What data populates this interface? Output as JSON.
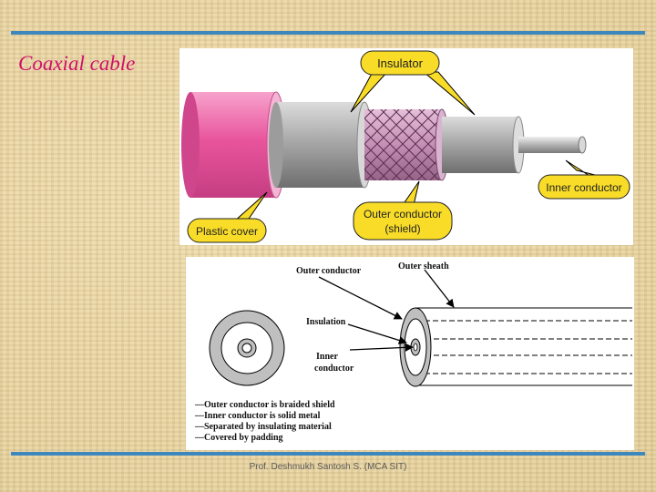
{
  "slide": {
    "title": "Coaxial cable",
    "footer": "Prof. Deshmukh Santosh S. (MCA SIT)"
  },
  "colors": {
    "title": "#d0106a",
    "rule": "#3d87bd",
    "callout": "#f8dc28",
    "plastic_cover": "#e9559d"
  },
  "figure_top": {
    "callouts": {
      "insulator": "Insulator",
      "inner_conductor": "Inner conductor",
      "plastic_cover": "Plastic cover",
      "outer_conductor_line1": "Outer conductor",
      "outer_conductor_line2": "(shield)"
    }
  },
  "figure_bottom": {
    "labels": {
      "outer_conductor": "Outer conductor",
      "outer_sheath": "Outer sheath",
      "insulation": "Insulation",
      "inner_line1": "Inner",
      "inner_line2": "conductor"
    },
    "notes": [
      "—Outer conductor is braided shield",
      "—Inner conductor is solid metal",
      "—Separated by insulating material",
      "—Covered by padding"
    ]
  }
}
